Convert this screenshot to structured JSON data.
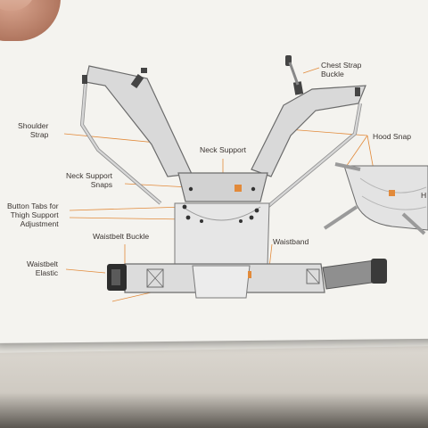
{
  "labels": {
    "shoulder_strap": "Shoulder\nStrap",
    "neck_support": "Neck Support",
    "neck_support_snaps": "Neck Support\nSnaps",
    "button_tabs": "Button Tabs for\nThigh Support\nAdjustment",
    "waistbelt_buckle": "Waistbelt Buckle",
    "waistbelt_elastic": "Waistbelt\nElastic",
    "chest_strap_buckle": "Chest Strap\nBuckle",
    "hood_snap": "Hood Snap",
    "waistband": "Waistband",
    "cut_off_label": "H"
  },
  "colors": {
    "accent": "#e28a3a",
    "strap": "#d6d6d6",
    "outline": "#6b6b6b",
    "label": "#3b3532"
  },
  "icons": {
    "carrier_logo": "orange-square-logo"
  }
}
